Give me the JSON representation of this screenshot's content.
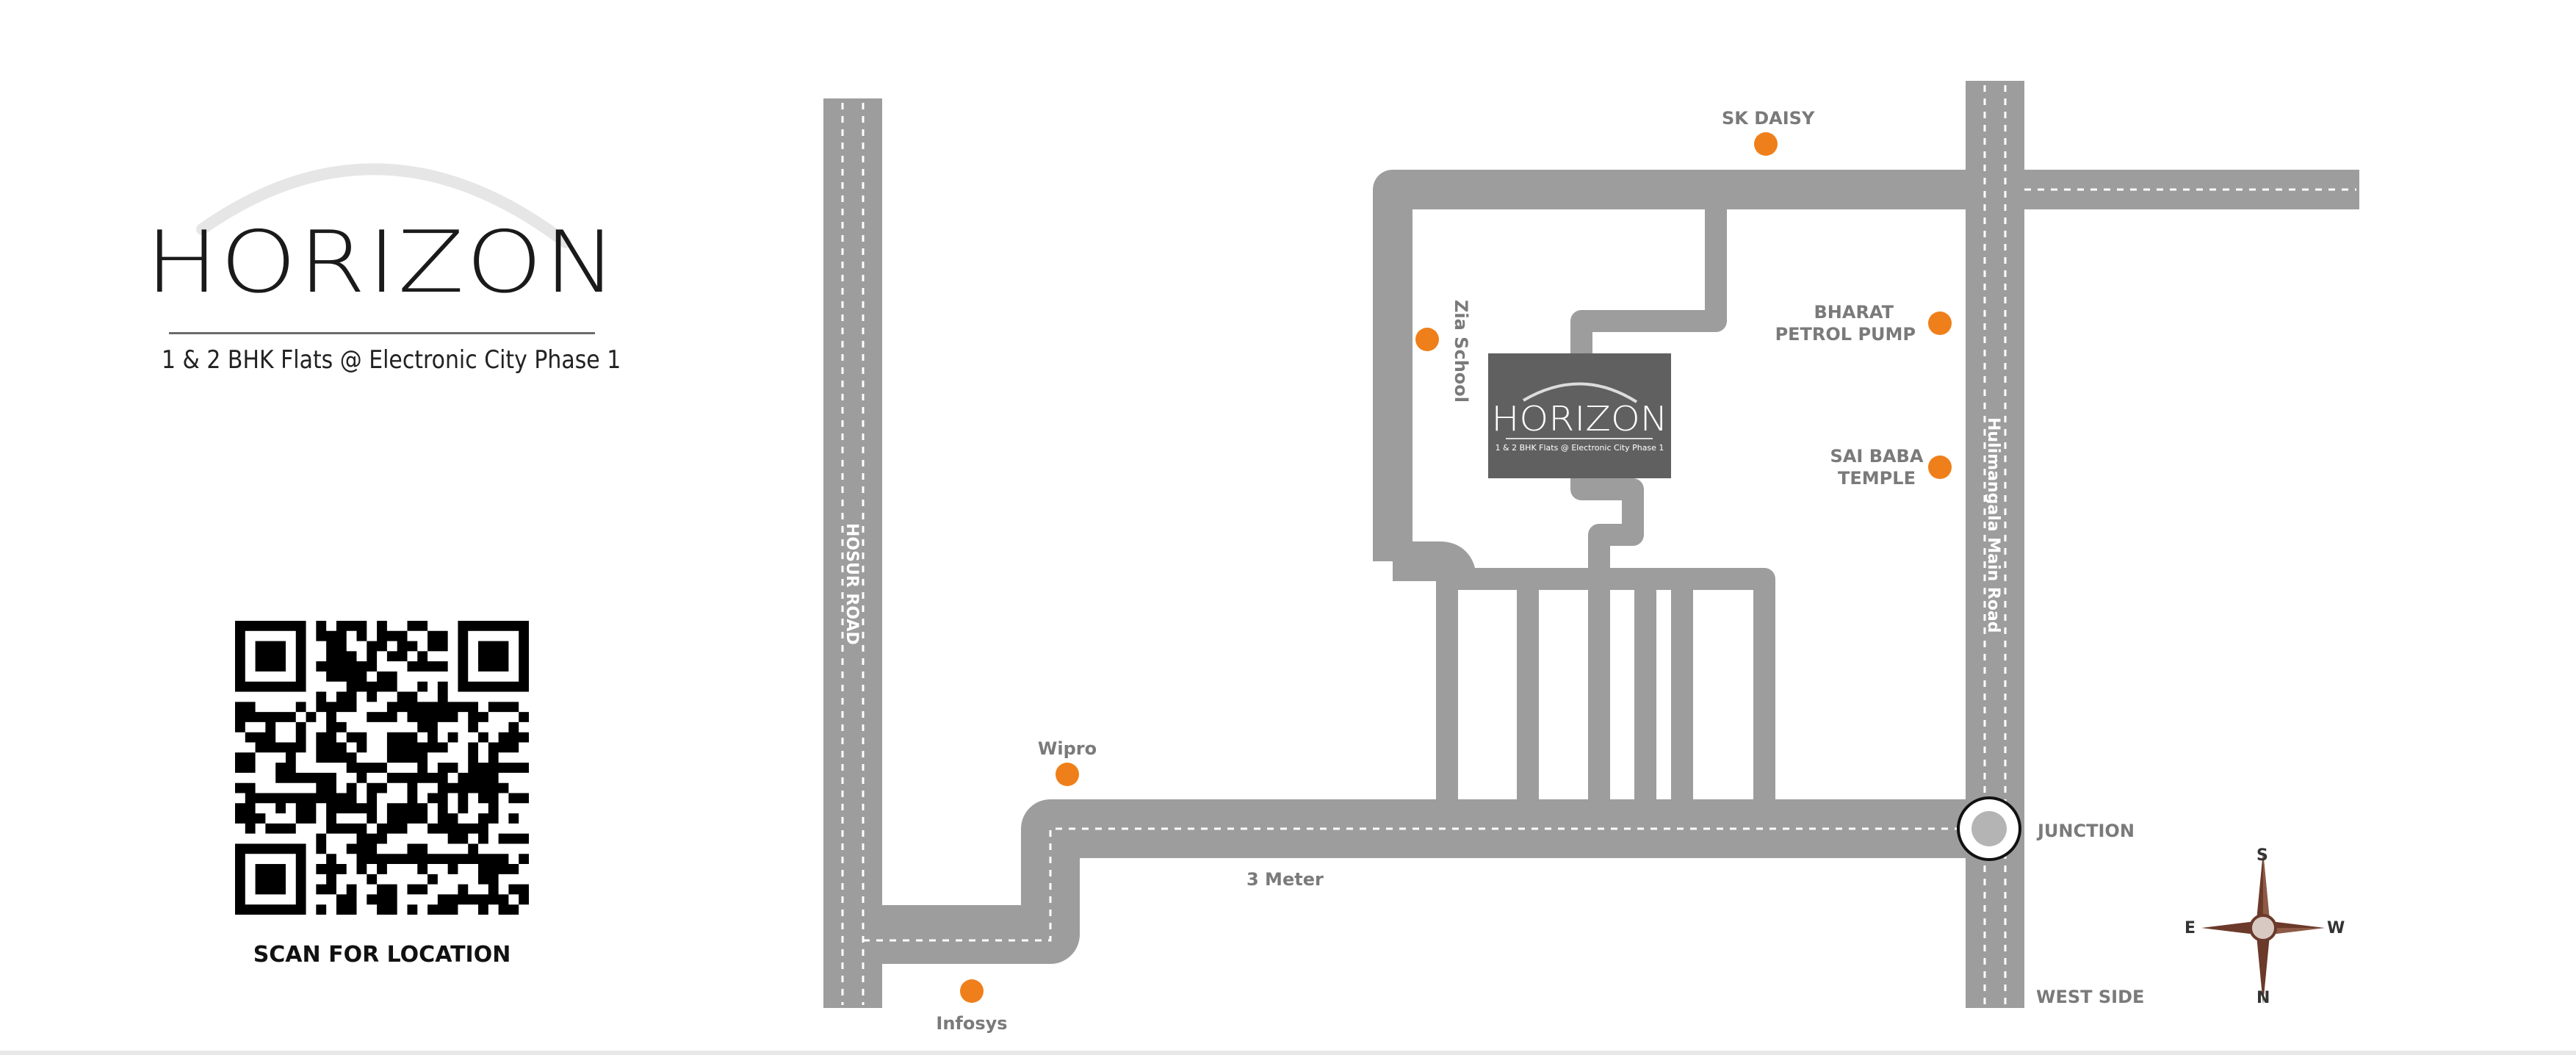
{
  "brand": {
    "name": "HORIZON",
    "tagline": "1 & 2 BHK Flats @ Electronic City Phase 1"
  },
  "qr": {
    "caption": "SCAN FOR LOCATION"
  },
  "map": {
    "roads": {
      "hosur_road": "HOSUR ROAD",
      "hulimangala_road": "Hulimangala Main Road",
      "three_meter": "3 Meter"
    },
    "landmarks": {
      "sk_daisy": "SK DAISY",
      "zia_school": "Zia School",
      "bharat_petrol": [
        "BHARAT",
        "PETROL PUMP"
      ],
      "sai_baba": [
        "SAI BABA",
        "TEMPLE"
      ],
      "wipro": "Wipro",
      "infosys": "Infosys"
    },
    "places": {
      "junction": "JUNCTION",
      "west_side": "WEST SIDE"
    },
    "inset_logo": {
      "name": "HORIZON",
      "tagline": "1 & 2 BHK Flats @ Electronic City Phase 1"
    },
    "compass": {
      "top": "S",
      "bottom": "N",
      "left": "E",
      "right": "W"
    },
    "colors": {
      "road": "#9d9d9d",
      "landmark_dot": "#ef7f1a",
      "label": "#7a7a7a",
      "compass": "#6b3a2a"
    }
  }
}
